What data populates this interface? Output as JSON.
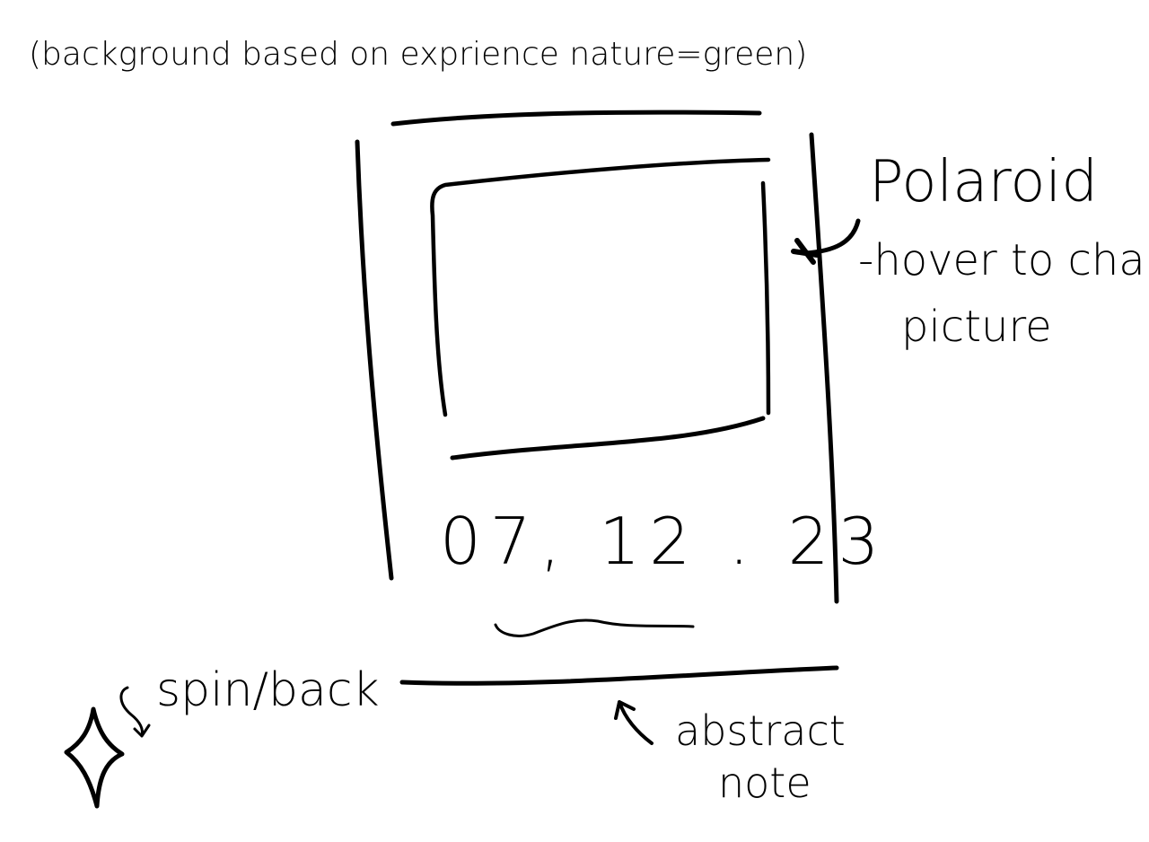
{
  "notes": {
    "background_note": "(background based on exprience nature=green)",
    "polaroid_title": "Polaroid",
    "hover_note_line1": "-hover to change",
    "hover_note_line2": "picture",
    "date_label": "07, 12 . 23",
    "spin_note": "spin/back",
    "abstract_note_line1": "abstract",
    "abstract_note_line2": "note"
  },
  "style": {
    "ink_color": "#000000",
    "paper_color": "#ffffff"
  }
}
